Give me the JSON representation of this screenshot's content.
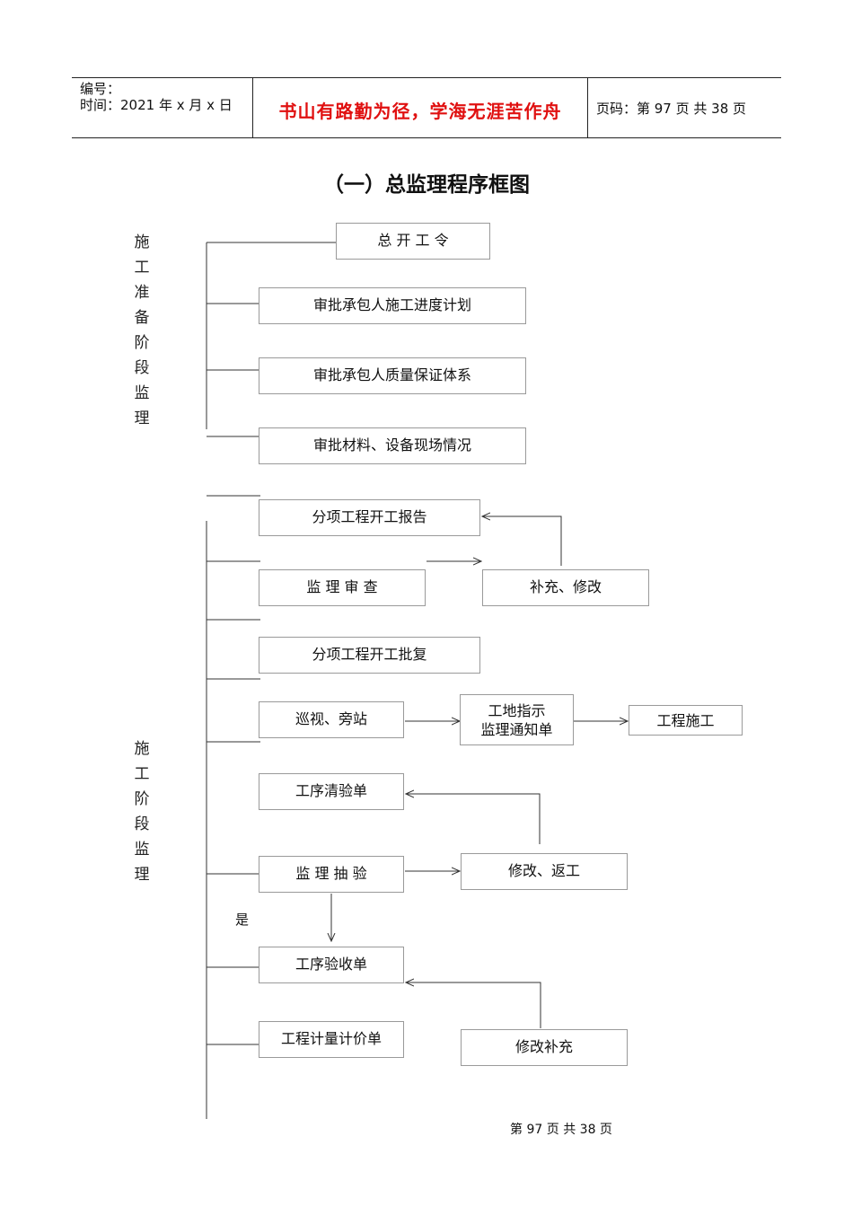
{
  "header": {
    "number_label": "编号：",
    "time_label": "时间：2021 年 x 月 x 日",
    "motto": "书山有路勤为径，学海无涯苦作舟",
    "page_info": "页码：第 97 页  共 38 页"
  },
  "title": "（一）总监理程序框图",
  "phases": {
    "prep": "施工准备阶段监理",
    "construction": "施工阶段监理"
  },
  "boxes": {
    "start_order": "总 开 工 令",
    "approve_schedule": "审批承包人施工进度计划",
    "approve_quality": "审批承包人质量保证体系",
    "approve_materials": "审批材料、设备现场情况",
    "start_report": "分项工程开工报告",
    "review": "监 理 审 查",
    "supplement": "补充、修改",
    "start_approval": "分项工程开工批复",
    "patrol": "巡视、旁站",
    "site_instruction_1": "工地指示",
    "site_instruction_2": "监理通知单",
    "construction": "工程施工",
    "process_check": "工序清验单",
    "sampling": "监 理 抽 验",
    "rework": "修改、返工",
    "acceptance": "工序验收单",
    "measurement": "工程计量计价单",
    "revise_supplement": "修改补充"
  },
  "yes_label": "是",
  "footer": "第  97  页  共  38  页"
}
